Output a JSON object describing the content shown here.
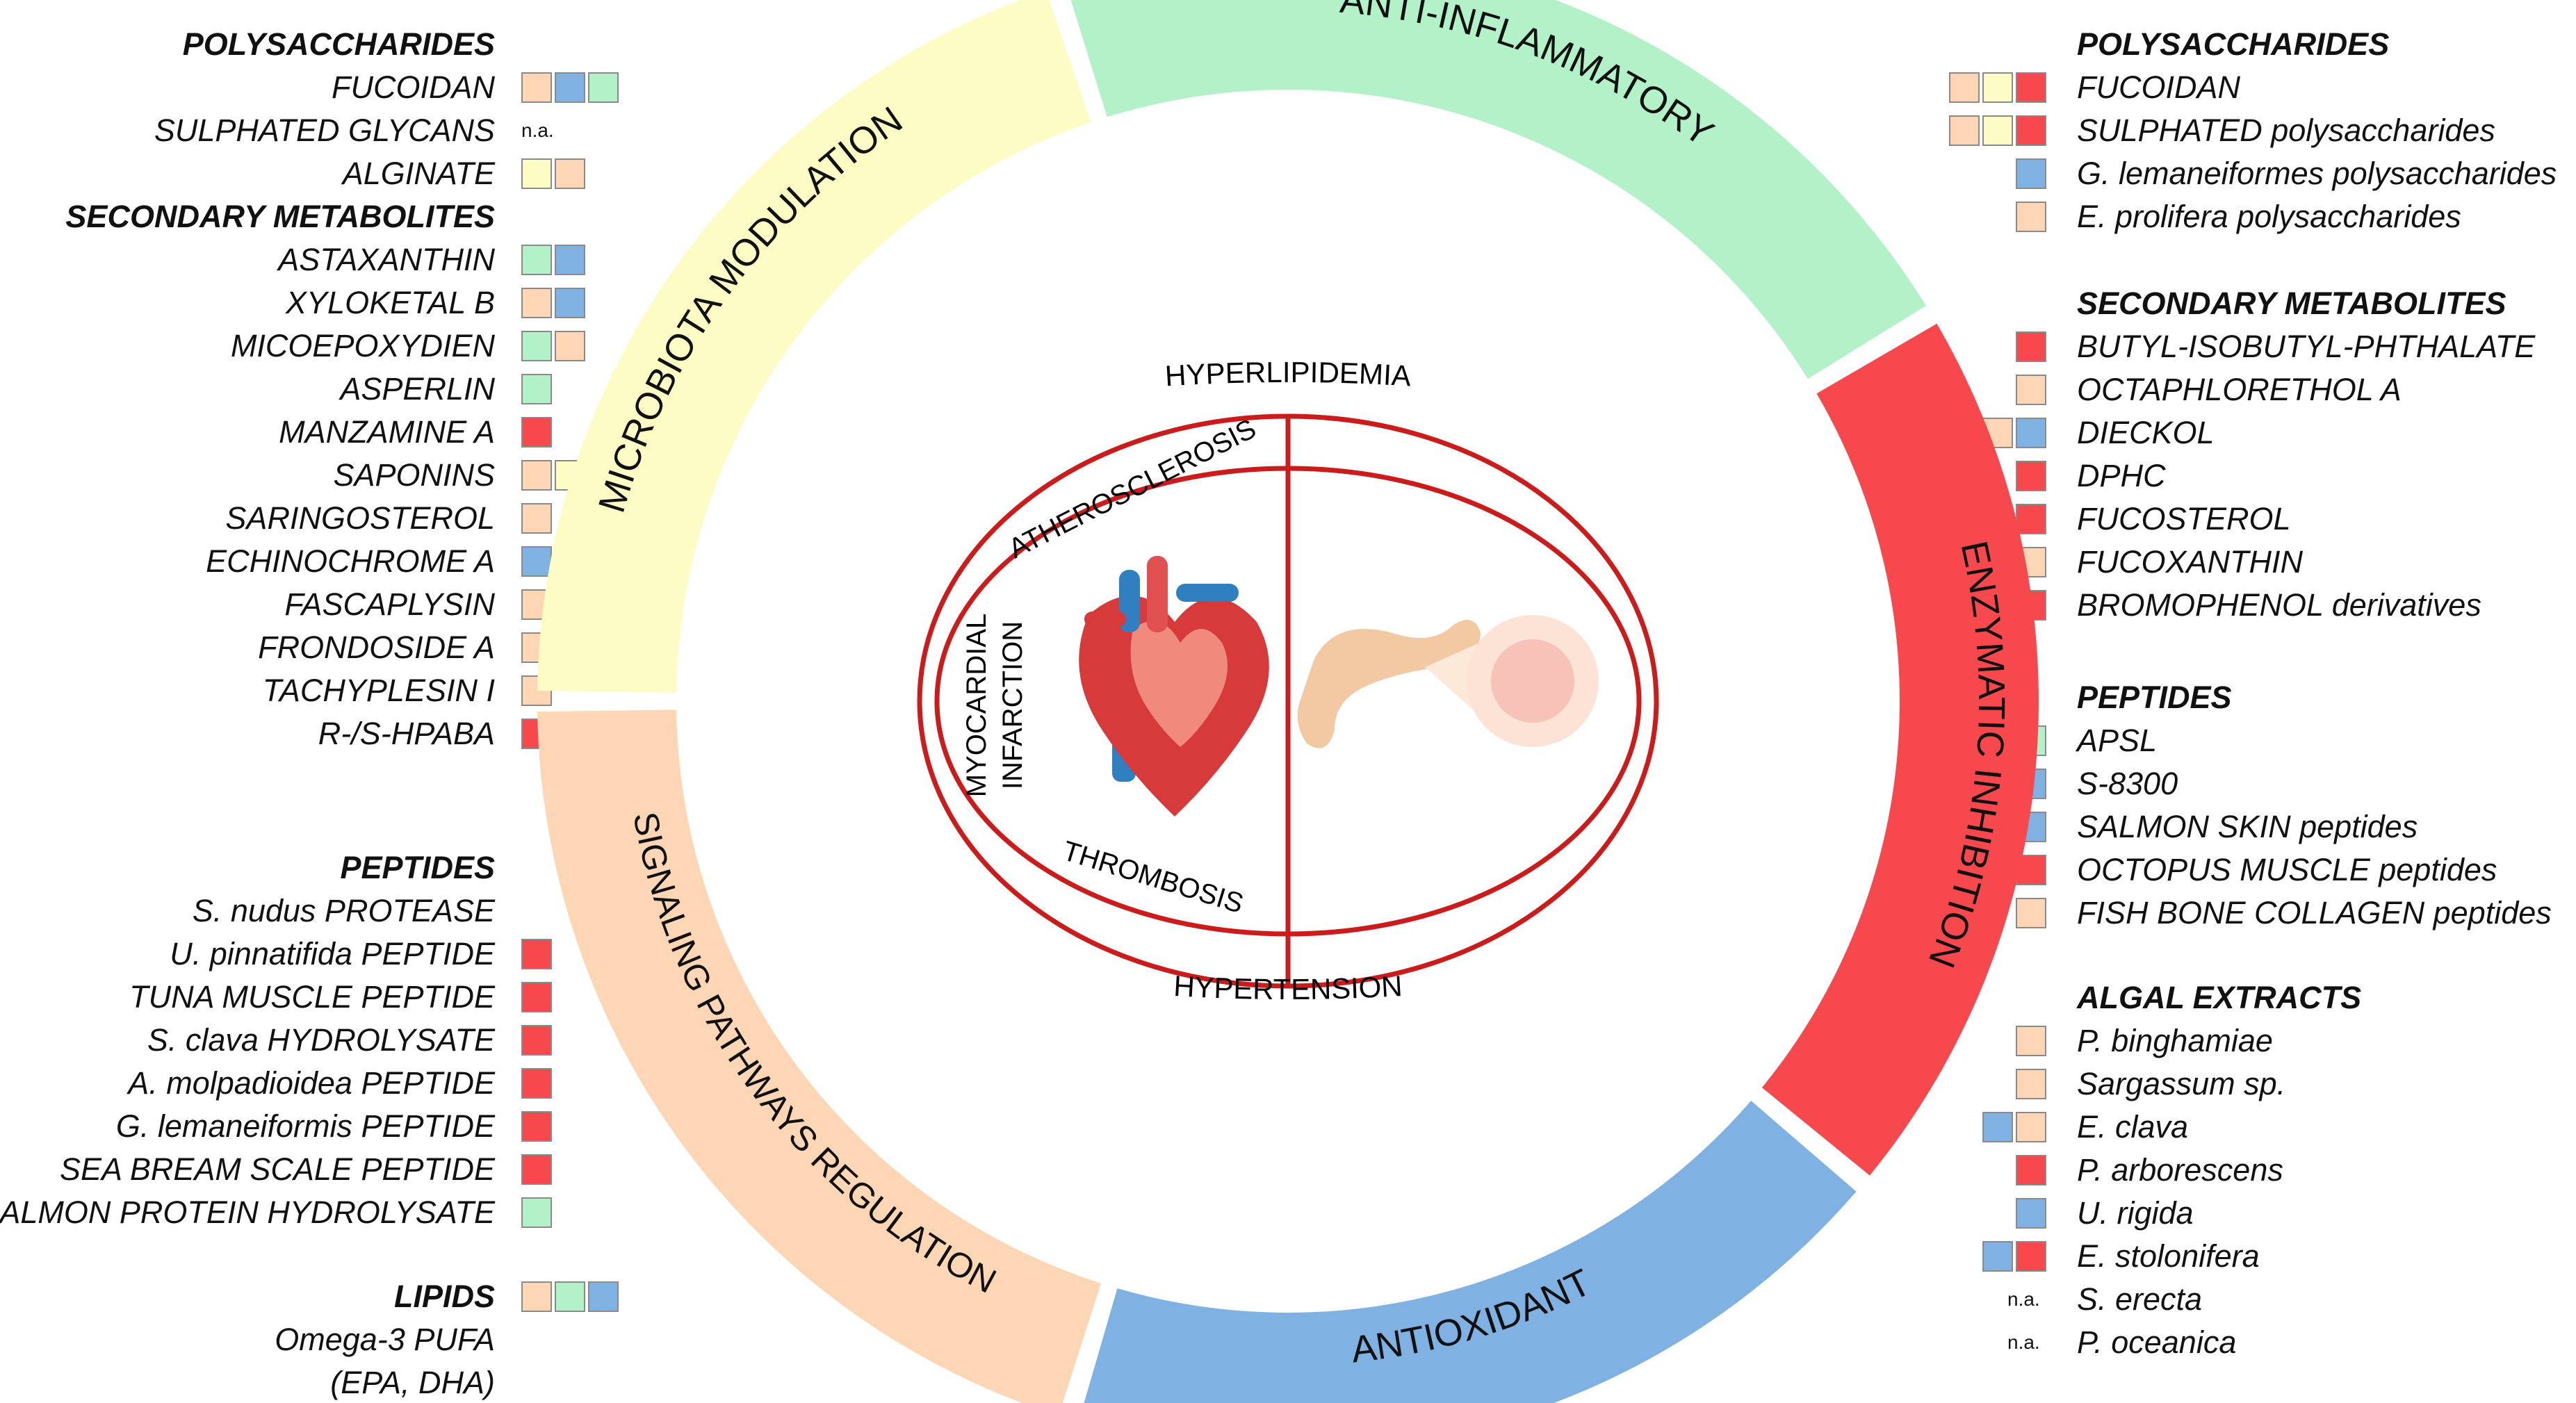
{
  "colors": {
    "orange": "#fcd6b5",
    "blue": "#7fb2e2",
    "green": "#b3f2c8",
    "yellow": "#fdfcc4",
    "red": "#f6484d",
    "ring_line": "#cc1b1b"
  },
  "left": {
    "sections": [
      {
        "title": "POLYSACCHARIDES",
        "items": [
          {
            "label": "FUCOIDAN",
            "chips": [
              "orange",
              "blue",
              "green"
            ]
          },
          {
            "label": "SULPHATED GLYCANS",
            "chips": [],
            "na": "n.a."
          },
          {
            "label": "ALGINATE",
            "chips": [
              "yellow",
              "orange"
            ]
          }
        ]
      },
      {
        "title": "SECONDARY METABOLITES",
        "items": [
          {
            "label": "ASTAXANTHIN",
            "chips": [
              "green",
              "blue"
            ]
          },
          {
            "label": "XYLOKETAL B",
            "chips": [
              "orange",
              "blue"
            ]
          },
          {
            "label": "MICOEPOXYDIEN",
            "chips": [
              "green",
              "orange"
            ]
          },
          {
            "label": "ASPERLIN",
            "chips": [
              "green"
            ]
          },
          {
            "label": "MANZAMINE A",
            "chips": [
              "red"
            ]
          },
          {
            "label": "SAPONINS",
            "chips": [
              "orange",
              "yellow",
              "green"
            ]
          },
          {
            "label": "SARINGOSTEROL",
            "chips": [
              "orange"
            ]
          },
          {
            "label": "ECHINOCHROME A",
            "chips": [
              "blue",
              "orange"
            ]
          },
          {
            "label": "FASCAPLYSIN",
            "chips": [
              "orange"
            ]
          },
          {
            "label": "FRONDOSIDE A",
            "chips": [
              "orange"
            ]
          },
          {
            "label": "TACHYPLESIN I",
            "chips": [
              "orange"
            ]
          },
          {
            "label": "R-/S-HPABA",
            "chips": [
              "red",
              "orange"
            ]
          }
        ]
      },
      {
        "title": "PEPTIDES",
        "items": [
          {
            "label": "S. nudus PROTEASE",
            "chips": []
          },
          {
            "label": "U. pinnatifida PEPTIDE",
            "chips": [
              "red"
            ]
          },
          {
            "label": "TUNA MUSCLE PEPTIDE",
            "chips": [
              "red"
            ]
          },
          {
            "label": "S. clava HYDROLYSATE",
            "chips": [
              "red"
            ]
          },
          {
            "label": "A. molpadioidea PEPTIDE",
            "chips": [
              "red"
            ]
          },
          {
            "label": "G. lemaneiformis PEPTIDE",
            "chips": [
              "red"
            ]
          },
          {
            "label": "SEA BREAM SCALE PEPTIDE",
            "chips": [
              "red"
            ]
          },
          {
            "label": "SALMON PROTEIN HYDROLYSATE",
            "chips": [
              "green"
            ]
          }
        ]
      },
      {
        "title": "LIPIDS",
        "title_chips": [
          "orange",
          "green",
          "blue"
        ],
        "items": [
          {
            "label": "Omega-3 PUFA",
            "chips": []
          },
          {
            "label": "(EPA, DHA)",
            "chips": []
          }
        ]
      }
    ]
  },
  "right": {
    "sections": [
      {
        "title": "POLYSACCHARIDES",
        "items": [
          {
            "label": "FUCOIDAN",
            "chips": [
              "orange",
              "yellow",
              "red"
            ]
          },
          {
            "label": "SULPHATED polysaccharides",
            "chips": [
              "orange",
              "yellow",
              "red"
            ]
          },
          {
            "label": "G. lemaneiformes polysaccharides",
            "chips": [
              "blue"
            ]
          },
          {
            "label": "E. prolifera polysaccharides",
            "chips": [
              "orange"
            ]
          }
        ]
      },
      {
        "title": "SECONDARY METABOLITES",
        "items": [
          {
            "label": "BUTYL-ISOBUTYL-PHTHALATE",
            "chips": [
              "red"
            ]
          },
          {
            "label": "OCTAPHLORETHOL A",
            "chips": [
              "orange"
            ]
          },
          {
            "label": "DIECKOL",
            "chips": [
              "red",
              "orange",
              "blue"
            ]
          },
          {
            "label": "DPHC",
            "chips": [
              "red"
            ]
          },
          {
            "label": "FUCOSTEROL",
            "chips": [
              "red"
            ]
          },
          {
            "label": "FUCOXANTHIN",
            "chips": [
              "green",
              "orange"
            ]
          },
          {
            "label": "BROMOPHENOL derivatives",
            "chips": [
              "red"
            ]
          }
        ]
      },
      {
        "title": "PEPTIDES",
        "items": [
          {
            "label": "APSL",
            "chips": [
              "green"
            ]
          },
          {
            "label": "S-8300",
            "chips": [
              "blue"
            ]
          },
          {
            "label": "SALMON SKIN peptides",
            "chips": [
              "green",
              "blue"
            ]
          },
          {
            "label": "OCTOPUS MUSCLE peptides",
            "chips": [
              "red"
            ]
          },
          {
            "label": "FISH BONE COLLAGEN peptides",
            "chips": [
              "orange"
            ]
          }
        ]
      },
      {
        "title": "ALGAL EXTRACTS",
        "items": [
          {
            "label": "P. binghamiae",
            "chips": [
              "orange"
            ]
          },
          {
            "label": "Sargassum sp.",
            "chips": [
              "orange"
            ]
          },
          {
            "label": "E. clava",
            "chips": [
              "blue",
              "orange"
            ]
          },
          {
            "label": "P. arborescens",
            "chips": [
              "red"
            ]
          },
          {
            "label": "U. rigida",
            "chips": [
              "blue"
            ]
          },
          {
            "label": "E. stolonifera",
            "chips": [
              "blue",
              "red"
            ]
          },
          {
            "label": "S. erecta",
            "chips": [],
            "na": "n.a."
          },
          {
            "label": "P. oceanica",
            "chips": [],
            "na": "n.a."
          }
        ]
      }
    ]
  },
  "ring": {
    "segments": [
      {
        "label": "ANTI-INFLAMMATORY",
        "color": "green"
      },
      {
        "label": "ENZYMATIC INHIBITION",
        "color": "red"
      },
      {
        "label": "ANTIOXIDANT",
        "color": "blue"
      },
      {
        "label": "SIGNALING PATHWAYS REGULATION",
        "color": "orange"
      },
      {
        "label": "MICROBIOTA MODULATION",
        "color": "yellow"
      }
    ]
  },
  "center": {
    "top": "HYPERLIPIDEMIA",
    "bottom": "HYPERTENSION",
    "inner_top": "ATHEROSCLEROSIS",
    "inner_left_1": "MYOCARDIAL",
    "inner_left_2": "INFARCTION",
    "inner_bottom": "THROMBOSIS",
    "heart_icon": "heart-icon",
    "pancreas_icon": "pancreas-icon"
  }
}
